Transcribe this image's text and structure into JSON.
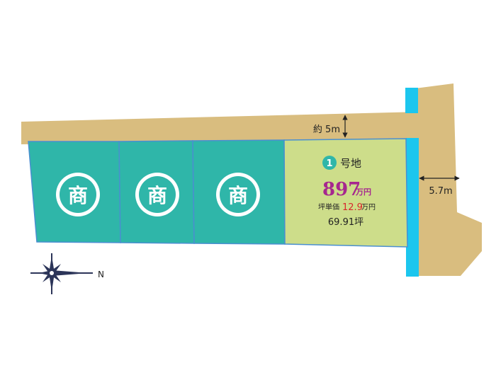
{
  "colors": {
    "road": "#d9bd7f",
    "commercial_lot": "#2fb6a9",
    "available_lot": "#cddd8a",
    "waterway": "#1cc6ee",
    "lot_border": "#4a8fd0",
    "price": "#a6278f",
    "unit_price": "#d8262c",
    "compass": "#2c3559"
  },
  "commercial_lots": [
    {
      "symbol": "商"
    },
    {
      "symbol": "商"
    },
    {
      "symbol": "商"
    }
  ],
  "lot1": {
    "badge_number": "1",
    "label": "号地",
    "price": "897",
    "price_unit": "万円",
    "unit_price_label": "坪単価",
    "unit_price": "12.9",
    "unit_price_unit": "万円",
    "area": "69.91坪"
  },
  "road_north_width": "約 5m",
  "road_east_width": "5.7m",
  "compass": {
    "direction": "N",
    "icon": "compass-rose-icon"
  }
}
